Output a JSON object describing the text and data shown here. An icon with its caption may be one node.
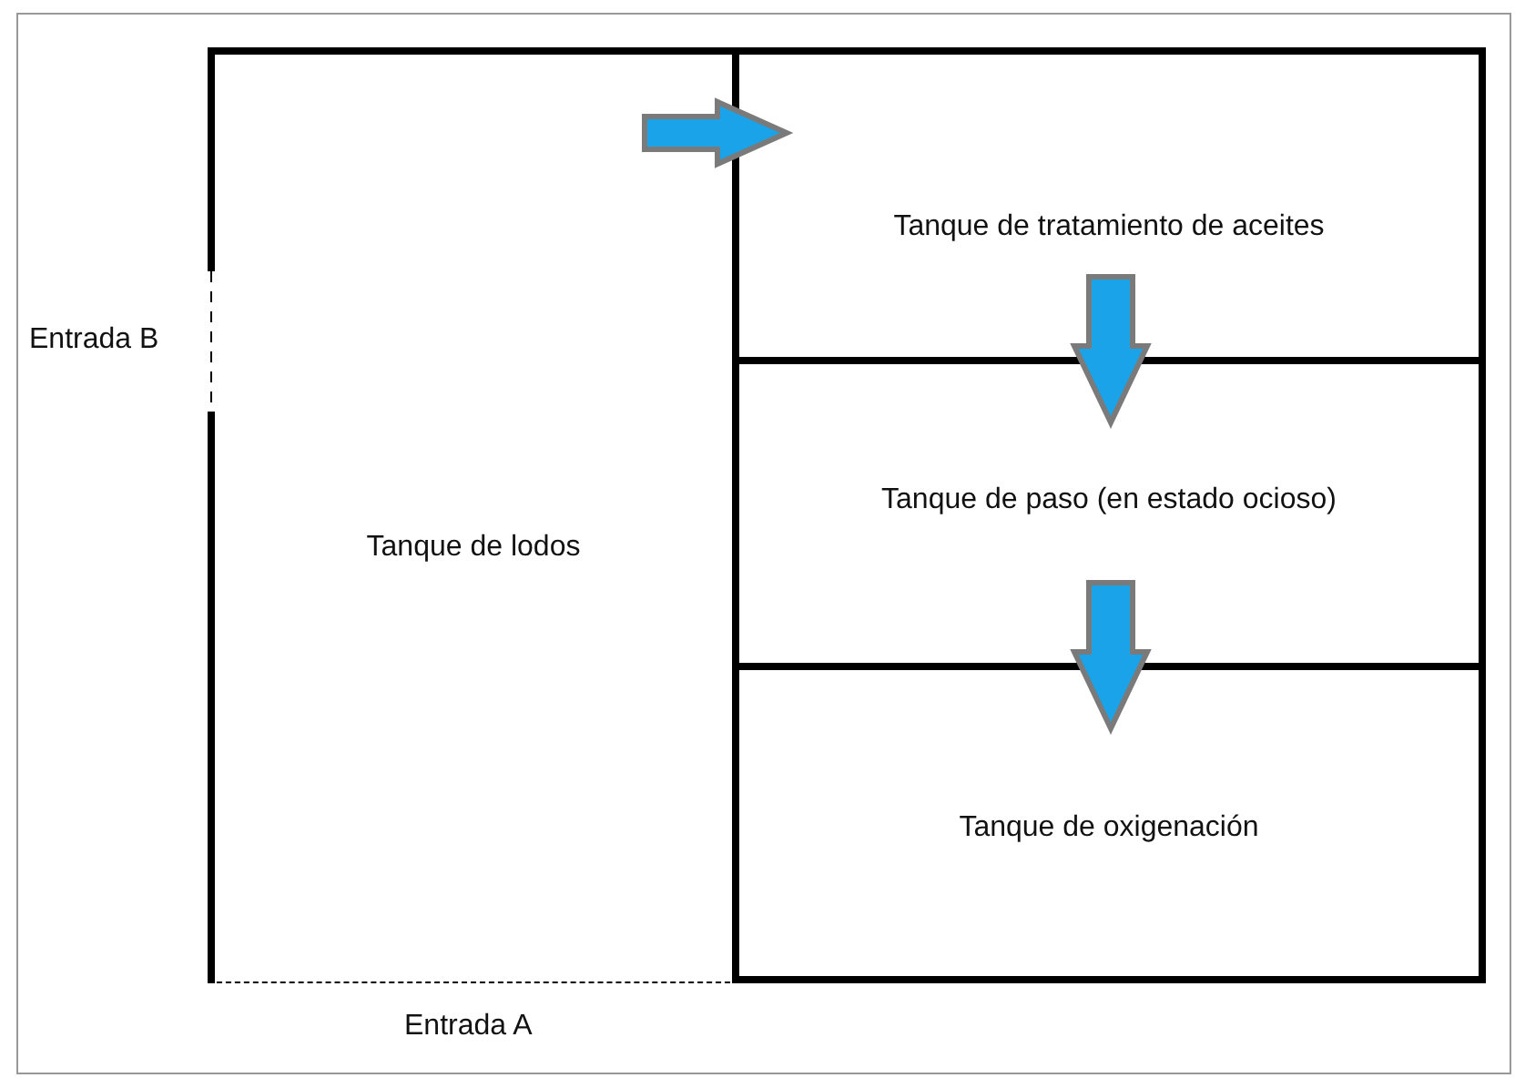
{
  "diagram": {
    "nodes": [
      {
        "text": [
          "Tanque de lodos"
        ]
      },
      {
        "text": [
          "Tanque de tratamiento de aceites"
        ]
      },
      {
        "text": [
          "Tanque de paso (en estado ocioso)"
        ]
      },
      {
        "text": [
          "Tanque de oxigenación"
        ]
      }
    ],
    "edges": [
      {
        "from": 0,
        "to": 1,
        "arrow": "to"
      },
      {
        "from": 1,
        "to": 2,
        "arrow": "to"
      },
      {
        "from": 2,
        "to": 3,
        "arrow": "to"
      }
    ],
    "labels": [
      "Entrada B",
      "Entrada A"
    ]
  }
}
